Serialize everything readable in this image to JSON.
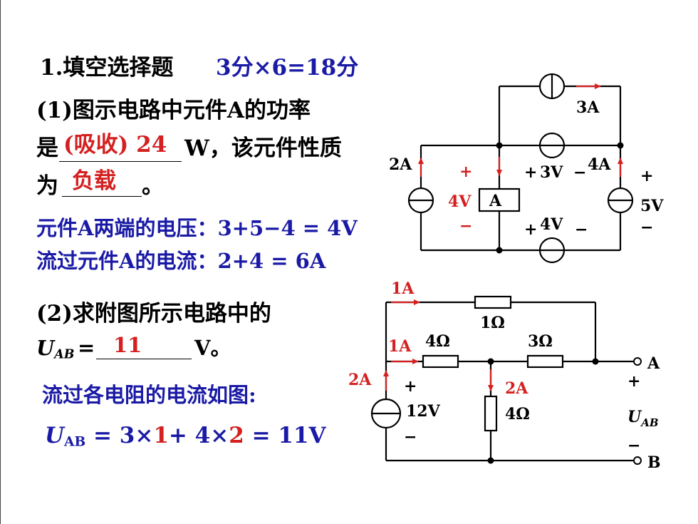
{
  "colors": {
    "text": "#000000",
    "blue": "#1a1aa6",
    "red": "#d42020",
    "wire": "#000000"
  },
  "section": {
    "title": "1.填空选择题",
    "score": "3分×6=18分"
  },
  "q1": {
    "line1": "(1)图示电路中元件A的功率",
    "line2_prefix": "是",
    "answer1": "(吸收) 24",
    "line2_suffix": "W，该元件性质",
    "line3_prefix": "为",
    "answer2": "负载",
    "line3_suffix": "。",
    "exp1": "元件A两端的电压：3+5−4 = 4V",
    "exp2": "流过元件A的电流：2+4 = 6A"
  },
  "q2": {
    "line1": "(2)求附图所示电路中的",
    "uab_label": "U",
    "uab_sub": "AB",
    "equals": "=",
    "answer": "11",
    "unit": "V。",
    "exp1": "流过各电阻的电流如图:",
    "formula_u": "U",
    "formula_sub": "AB",
    "formula_a": " = 3×",
    "formula_b": "1",
    "formula_c": "+ 4×",
    "formula_d": "2",
    "formula_e": " = 11V"
  },
  "circuit1": {
    "i_top": "3A",
    "i_left": "2A",
    "i_right": "4A",
    "element": "A",
    "v_elem": "4V",
    "v_mid_top": "3V",
    "v_mid_bot": "4V",
    "v_right": "5V",
    "plus": "+",
    "minus": "−"
  },
  "circuit2": {
    "i_top": "1A",
    "r_top": "1Ω",
    "i_mid": "1A",
    "r_left": "4Ω",
    "r_right": "3Ω",
    "i_src": "2A",
    "v_src": "12V",
    "i_down": "2A",
    "r_down": "4Ω",
    "node_a": "A",
    "node_b": "B",
    "uab": "U",
    "uab_sub": "AB",
    "plus": "+",
    "minus": "−"
  }
}
